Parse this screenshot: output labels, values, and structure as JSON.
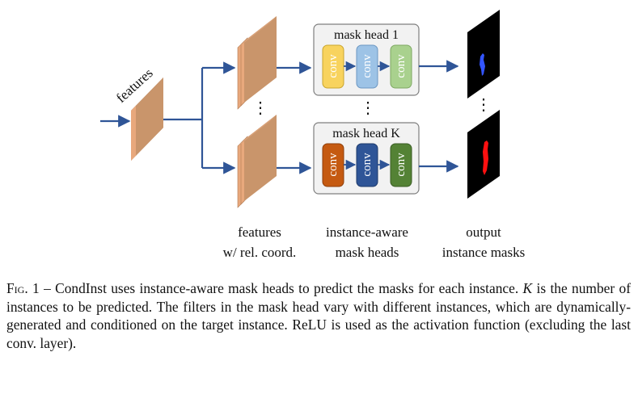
{
  "diagram": {
    "input_label": "features",
    "mask_heads": [
      {
        "title": "mask head 1",
        "layers": [
          {
            "label": "conv",
            "fill": "#F8D35E",
            "stroke": "#C9A52E"
          },
          {
            "label": "conv",
            "fill": "#9DC3E6",
            "stroke": "#6C97C2"
          },
          {
            "label": "conv",
            "fill": "#A9D18E",
            "stroke": "#7EA863"
          }
        ]
      },
      {
        "title": "mask head K",
        "layers": [
          {
            "label": "conv",
            "fill": "#C55A11",
            "stroke": "#8F3F0B"
          },
          {
            "label": "conv",
            "fill": "#2F5597",
            "stroke": "#1E3A6B"
          },
          {
            "label": "conv",
            "fill": "#548235",
            "stroke": "#3A5C24"
          }
        ]
      }
    ],
    "ellipsis": "⋮",
    "colors": {
      "feature_map": "#C9956B",
      "feature_map_edge": "#E8A87C",
      "arrow": "#2F5597",
      "head_box_fill": "#F2F2F2",
      "head_box_stroke": "#7F7F7F",
      "mask_bg": "#000000",
      "mask1_instance": "#3355FF",
      "maskK_instance": "#FF1010"
    },
    "bottom_labels": {
      "features_line1": "features",
      "features_line2": "w/ rel. coord.",
      "heads_line1": "instance-aware",
      "heads_line2": "mask heads",
      "output_line1": "output",
      "output_line2": "instance masks"
    }
  },
  "caption": {
    "fig_label": "Fig. 1",
    "dash": " – ",
    "sentence1": "CondInst uses instance-aware mask heads to predict the masks for each instance. ",
    "var": "K",
    "sentence2": " is the number of instances to be predicted. The filters in the mask head vary with different instances, which are dynamically-generated and conditioned on the target instance. ReLU is used as the activation function (excluding the last conv. layer)."
  }
}
